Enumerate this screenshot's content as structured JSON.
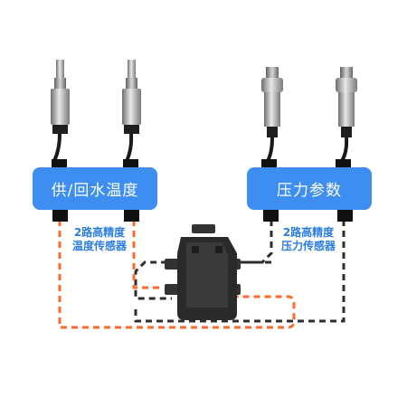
{
  "boxes": {
    "left": "供/回水温度",
    "right": "压力参数"
  },
  "labels": {
    "left_line1": "2路高精度",
    "left_line2": "温度传感器",
    "right_line1": "2路高精度",
    "right_line2": "压力传感器"
  },
  "colors": {
    "box_fill": "#3d8ef0",
    "label_text": "#2b7de0",
    "orange_dashed": "#ff6a2c",
    "dark_dashed": "#2e2e2e",
    "junction_box": "#2a2a2a"
  }
}
